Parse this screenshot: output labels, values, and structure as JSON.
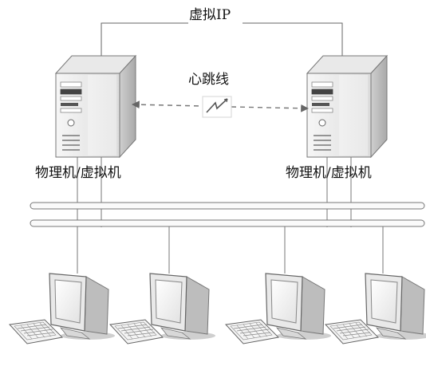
{
  "diagram": {
    "virtual_ip_label": "虚拟IP",
    "heartbeat_label": "心跳线",
    "hosts": [
      {
        "label": "物理机/虚拟机",
        "icon": "server-tower-icon"
      },
      {
        "label": "物理机/虚拟机",
        "icon": "server-tower-icon"
      }
    ],
    "clients": [
      {
        "icon": "crt-monitor-keyboard-icon"
      },
      {
        "icon": "crt-monitor-keyboard-icon"
      },
      {
        "icon": "crt-monitor-keyboard-icon"
      },
      {
        "icon": "crt-monitor-keyboard-icon"
      }
    ],
    "network_bus_count": 2,
    "colors": {
      "line": "#666666",
      "dashed_link": "#777777",
      "server_body": "#eeeeee",
      "server_shade": "#bdbdbd",
      "monitor_body": "#f0f0f0",
      "bus_fill": "#fafafa"
    }
  }
}
